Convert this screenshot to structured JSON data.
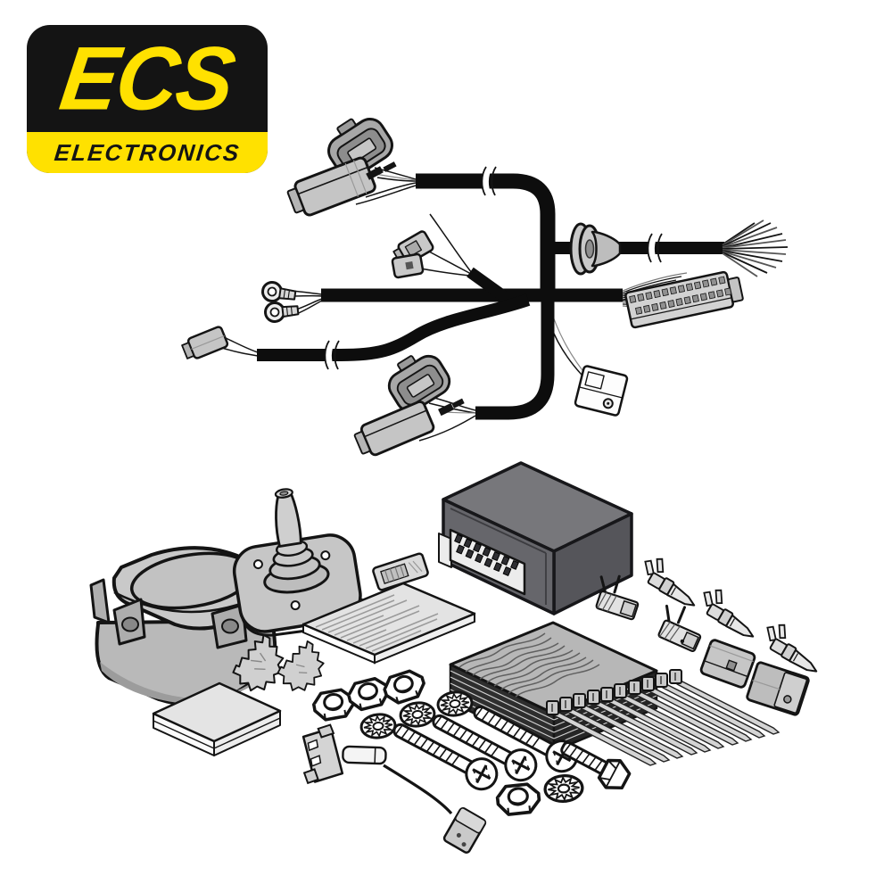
{
  "logo": {
    "brand": "ECS",
    "subtitle": "ELECTRONICS",
    "background": "#141414",
    "accent": "#FFE100"
  },
  "illustration": {
    "ink": "#141414",
    "cable_color": "#0d0d0d",
    "part_fill": "#c9c9c9",
    "module_fill": "#6b6b6f",
    "components": [
      "wiring-harness",
      "vehicle-connectors",
      "ring-terminals",
      "rubber-grommet",
      "stripped-wire-ends",
      "multi-pin-connector",
      "relay-connector",
      "13-pin-socket-housing",
      "grommet-gaiter-plate",
      "instruction-leaflet",
      "fuse-holder",
      "control-module",
      "adhesive-pad",
      "foam-pad",
      "cable-clips",
      "hex-nuts",
      "serrated-washers",
      "machine-screws",
      "hex-bolt",
      "cable-ties",
      "crimp-terminals",
      "spade-terminals",
      "connector-housings",
      "fused-power-lead"
    ]
  }
}
